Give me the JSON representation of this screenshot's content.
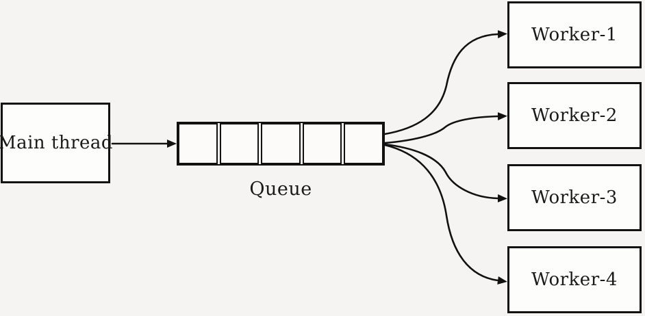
{
  "diagram": {
    "main_thread": {
      "label": "Main thread"
    },
    "queue": {
      "label": "Queue",
      "cell_count": 5
    },
    "workers": [
      {
        "label": "Worker-1"
      },
      {
        "label": "Worker-2"
      },
      {
        "label": "Worker-3"
      },
      {
        "label": "Worker-4"
      }
    ],
    "colors": {
      "background": "#f5f4f2",
      "box_fill": "#fdfdfc",
      "stroke": "#111111",
      "text": "#1a1a1a"
    }
  }
}
